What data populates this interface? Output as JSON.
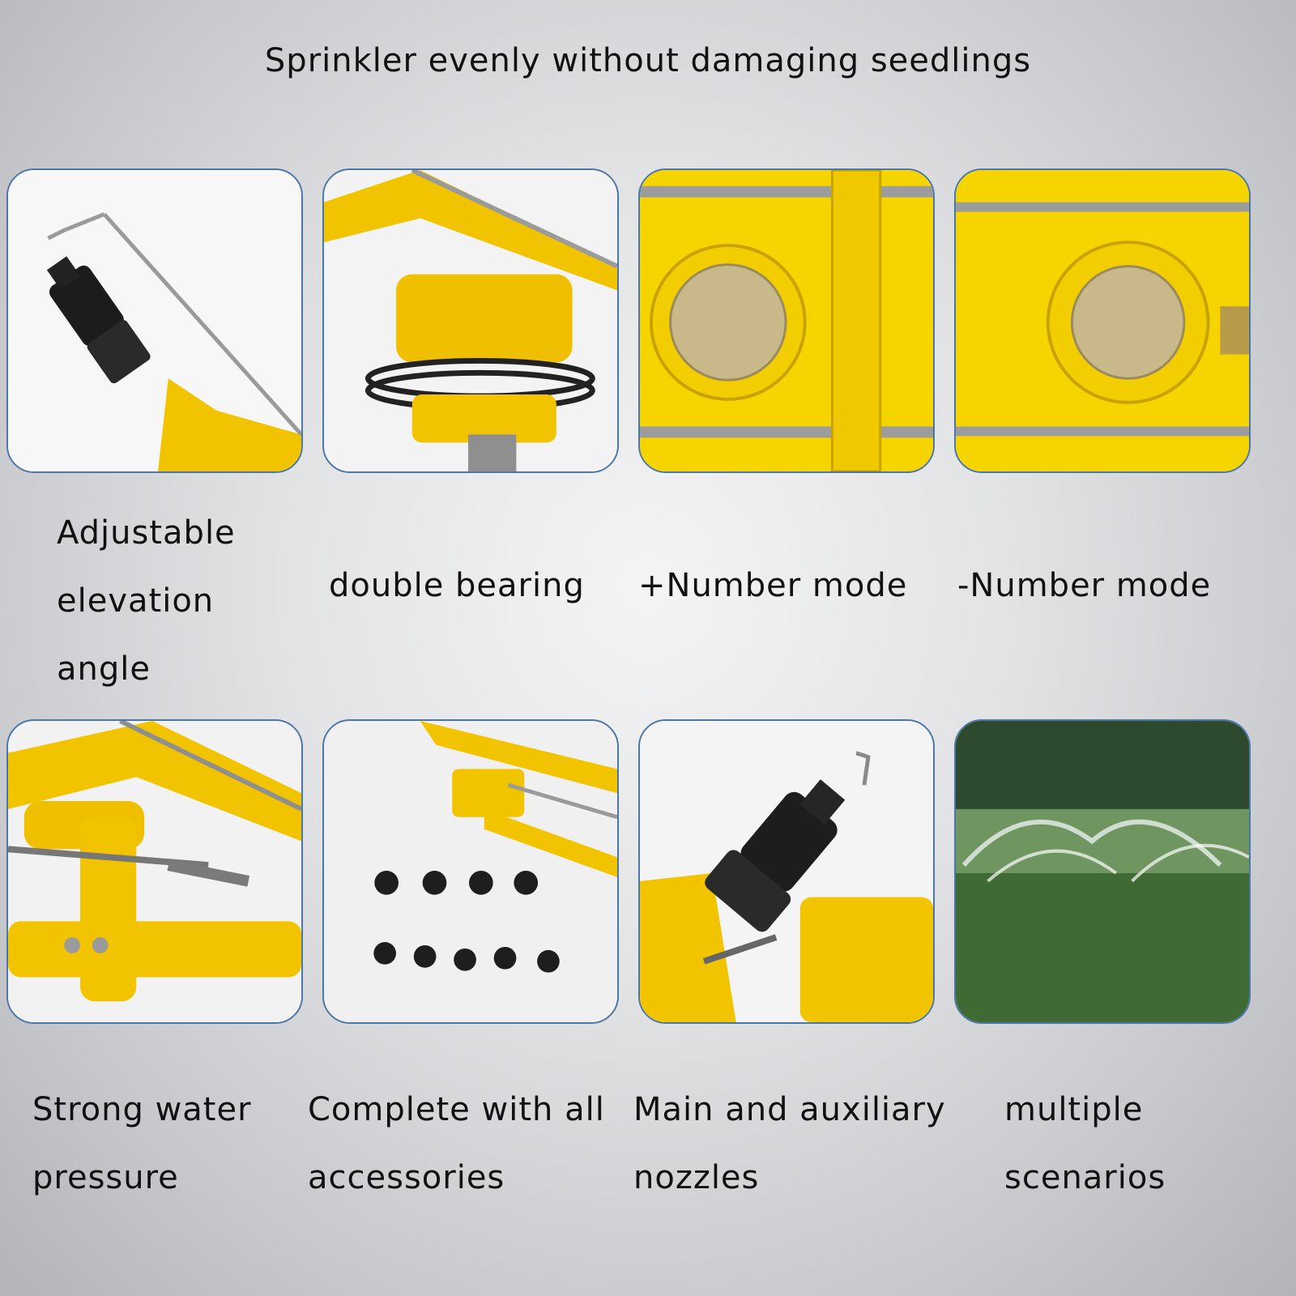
{
  "header": {
    "title": "Sprinkler evenly without damaging seedlings"
  },
  "features": [
    {
      "lines": [
        "Adjustable",
        "elevation",
        "angle"
      ],
      "icon": "nozzle-angle-photo"
    },
    {
      "lines": [
        "double bearing"
      ],
      "icon": "bearing-photo"
    },
    {
      "lines": [
        "+Number mode"
      ],
      "icon": "plus-mode-photo"
    },
    {
      "lines": [
        "-Number mode"
      ],
      "icon": "minus-mode-photo"
    },
    {
      "lines": [
        "Strong water",
        "pressure"
      ],
      "icon": "pressure-photo"
    },
    {
      "lines": [
        "Complete with all",
        "accessories"
      ],
      "icon": "accessories-photo"
    },
    {
      "lines": [
        "Main and auxiliary",
        "nozzles"
      ],
      "icon": "nozzles-photo"
    },
    {
      "lines": [
        "multiple",
        "scenarios"
      ],
      "icon": "field-photo"
    }
  ],
  "colors": {
    "accent_yellow": "#f2d000",
    "tile_border": "#4b76a8",
    "brass": "#c9b98a"
  }
}
